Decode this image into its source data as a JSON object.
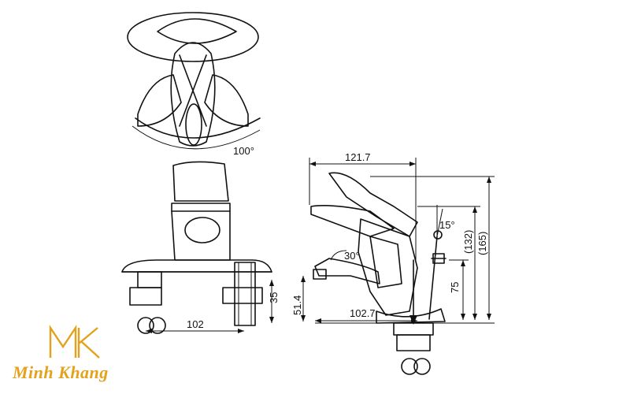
{
  "drawing": {
    "top_view": {
      "angle_label": "100°"
    },
    "front_view": {
      "width_label": "102",
      "height_label": "35"
    },
    "side_view": {
      "length_label": "121.7",
      "reach_label": "102.7",
      "height_label": "51.4",
      "height2_label": "75",
      "height3_label": "(132)",
      "height4_label": "(165)",
      "angle1_label": "15°",
      "angle2_label": "30°"
    }
  },
  "brand": {
    "initials": "MK",
    "name": "Minh Khang",
    "color": "#e4a11b"
  }
}
